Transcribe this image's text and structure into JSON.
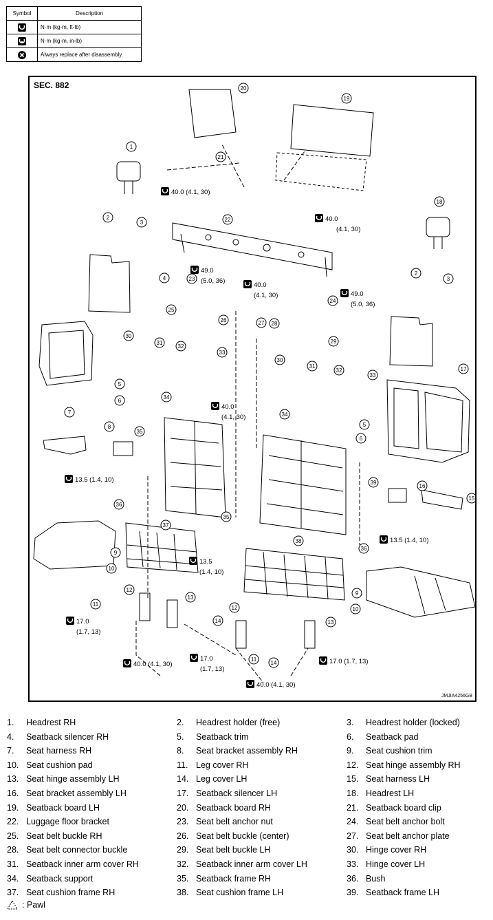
{
  "legend": {
    "header_symbol": "Symbol",
    "header_description": "Description",
    "rows": [
      {
        "icon": "torque-icon",
        "text": "N·m (kg-m, ft-lb)"
      },
      {
        "icon": "torque-small-icon",
        "text": "N·m (kg-m, in-lb)"
      },
      {
        "icon": "always-replace-icon",
        "text": "Always replace after disassembly."
      }
    ]
  },
  "diagram": {
    "section": "SEC. 882",
    "image_id": "JMJIA4256GB",
    "callouts": [
      "1",
      "2",
      "3",
      "4",
      "5",
      "6",
      "7",
      "8",
      "9",
      "10",
      "11",
      "12",
      "13",
      "14",
      "15",
      "16",
      "17",
      "18",
      "19",
      "20",
      "21",
      "22",
      "23",
      "24",
      "25",
      "26",
      "27",
      "28",
      "29",
      "30",
      "31",
      "32",
      "33",
      "34",
      "35",
      "36",
      "37",
      "38",
      "39"
    ],
    "torques": {
      "t40_top": "40.0 (4.1, 30)",
      "t40_right_a": "40.0",
      "t40_right_b": "(4.1, 30)",
      "t49_left_a": "49.0",
      "t49_left_b": "(5.0, 36)",
      "t40_mid_a": "40.0",
      "t40_mid_b": "(4.1, 30)",
      "t49_right_a": "49.0",
      "t49_right_b": "(5.0, 36)",
      "t40_center_a": "40.0",
      "t40_center_b": "(4.1, 30)",
      "t135_left": "13.5 (1.4, 10)",
      "t135_right": "13.5 (1.4, 10)",
      "t135_mid_a": "13.5",
      "t135_mid_b": "(1.4, 10)",
      "t17_left_a": "17.0",
      "t17_left_b": "(1.7, 13)",
      "t17_mid_a": "17.0",
      "t17_mid_b": "(1.7, 13)",
      "t17_right": "17.0 (1.7, 13)",
      "t40_bottom_left": "40.0 (4.1, 30)",
      "t40_bottom_right": "40.0 (4.1, 30)"
    }
  },
  "parts": [
    {
      "n": "1.",
      "label": "Headrest RH"
    },
    {
      "n": "2.",
      "label": "Headrest holder (free)"
    },
    {
      "n": "3.",
      "label": "Headrest holder (locked)"
    },
    {
      "n": "4.",
      "label": "Seatback silencer RH"
    },
    {
      "n": "5.",
      "label": "Seatback trim"
    },
    {
      "n": "6.",
      "label": "Seatback pad"
    },
    {
      "n": "7.",
      "label": "Seat harness RH"
    },
    {
      "n": "8.",
      "label": "Seat bracket assembly RH"
    },
    {
      "n": "9.",
      "label": "Seat cushion trim"
    },
    {
      "n": "10.",
      "label": "Seat cushion pad"
    },
    {
      "n": "11.",
      "label": "Leg cover RH"
    },
    {
      "n": "12.",
      "label": "Seat hinge assembly RH"
    },
    {
      "n": "13.",
      "label": "Seat hinge assembly LH"
    },
    {
      "n": "14.",
      "label": "Leg cover LH"
    },
    {
      "n": "15.",
      "label": "Seat harness LH"
    },
    {
      "n": "16.",
      "label": "Seat bracket assembly LH"
    },
    {
      "n": "17.",
      "label": "Seatback silencer LH"
    },
    {
      "n": "18.",
      "label": "Headrest LH"
    },
    {
      "n": "19.",
      "label": "Seatback board LH"
    },
    {
      "n": "20.",
      "label": "Seatback board RH"
    },
    {
      "n": "21.",
      "label": "Seatback board clip"
    },
    {
      "n": "22.",
      "label": "Luggage floor bracket"
    },
    {
      "n": "23.",
      "label": "Seat belt anchor nut"
    },
    {
      "n": "24.",
      "label": "Seat belt anchor bolt"
    },
    {
      "n": "25.",
      "label": "Seat belt buckle RH"
    },
    {
      "n": "26.",
      "label": "Seat belt buckle (center)"
    },
    {
      "n": "27.",
      "label": "Seat belt anchor plate"
    },
    {
      "n": "28.",
      "label": "Seat belt connector buckle"
    },
    {
      "n": "29.",
      "label": "Seat belt buckle LH"
    },
    {
      "n": "30.",
      "label": "Hinge cover RH"
    },
    {
      "n": "31.",
      "label": "Seatback inner arm cover RH"
    },
    {
      "n": "32.",
      "label": "Seatback inner arm cover LH"
    },
    {
      "n": "33.",
      "label": "Hinge cover LH"
    },
    {
      "n": "34.",
      "label": "Seatback support"
    },
    {
      "n": "35.",
      "label": "Seatback frame RH"
    },
    {
      "n": "36.",
      "label": "Bush"
    },
    {
      "n": "37.",
      "label": "Seat cushion frame RH"
    },
    {
      "n": "38.",
      "label": "Seat cushion frame LH"
    },
    {
      "n": "39.",
      "label": "Seatback frame LH"
    }
  ],
  "pawl_label": ": Pawl"
}
